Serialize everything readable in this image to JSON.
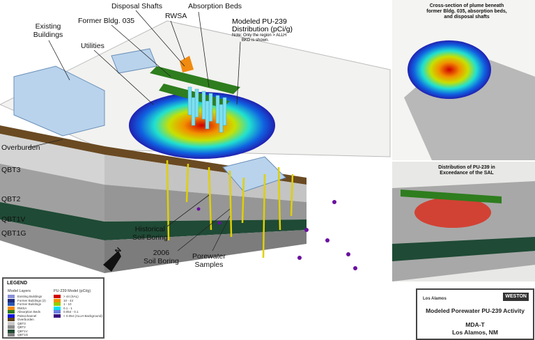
{
  "callouts": {
    "existing_buildings": "Existing Buildings",
    "former_bldg": "Former Bldg. 035",
    "disposal_shafts": "Disposal Shafts",
    "rwsa": "RWSA",
    "absorption_beds": "Absorption Beds",
    "utilities": "Utilities",
    "modeled_title": "Modeled PU-239",
    "modeled_title2": "Distribution (pCi/g)",
    "modeled_note": "Note:  Only the region > ALLH",
    "modeled_note2": "BKD is shown.",
    "overburden": "Overburden",
    "qbt3": "QBT3",
    "qbt2": "QBT2",
    "qbt1v": "QBT1V",
    "qbt1g": "QBT1G",
    "historical_boring": "Historical",
    "historical_boring2": "Soil Boring",
    "boring_2006": "2006",
    "boring_2006b": "Soil Boring",
    "porewater": "Porewater",
    "porewater2": "Samples",
    "north": "N"
  },
  "insets": {
    "top_caption": [
      "Cross-section of plume beneath",
      "former Bldg. 035, absorption beds,",
      "and disposal shafts"
    ],
    "mid_caption": [
      "Distribution of PU-239 in",
      "Exceedance of the SAL"
    ]
  },
  "legend": {
    "title": "LEGEND",
    "layers_header": "Model Layers",
    "layers": [
      {
        "label": "Existing Buildings",
        "color": "#8a8fd8"
      },
      {
        "label": "Former Buildings (2)",
        "color": "#1f2a7a"
      },
      {
        "label": "Former Buildings",
        "color": "#2b56b0"
      },
      {
        "label": "RWSA",
        "color": "#f08a10"
      },
      {
        "label": "Absorption Beds",
        "color": "#2e7d1e"
      },
      {
        "label": "Paleochannel",
        "color": "#1010e0"
      },
      {
        "label": "Overburden",
        "color": "#5a3f1c"
      },
      {
        "label": "QBT3",
        "color": "#c8c8c8"
      },
      {
        "label": "QBT2",
        "color": "#8c8c8c"
      },
      {
        "label": "QBT1V",
        "color": "#1f4a35"
      },
      {
        "label": "QBT1G",
        "color": "#808080"
      }
    ],
    "model_header": "PU-239 Model (pCi/g)",
    "model": [
      {
        "label": "> 44 (SAL)",
        "color": "#d00000"
      },
      {
        "label": "10 - 44",
        "color": "#f29000"
      },
      {
        "label": "1 - 10",
        "color": "#90d000"
      },
      {
        "label": "0.1 - 1",
        "color": "#00e0f0"
      },
      {
        "label": "0.054 - 0.1",
        "color": "#6a7fe0"
      },
      {
        "label": "< 0.054 (ALLH Background)",
        "color": "#3a1080"
      }
    ]
  },
  "titlebox": {
    "logo_left": "Los Alamos",
    "logo_right": "WESTON",
    "title": "Modeled Porewater PU-239 Activity",
    "site": "MDA-T",
    "location": "Los Alamos, NM"
  }
}
